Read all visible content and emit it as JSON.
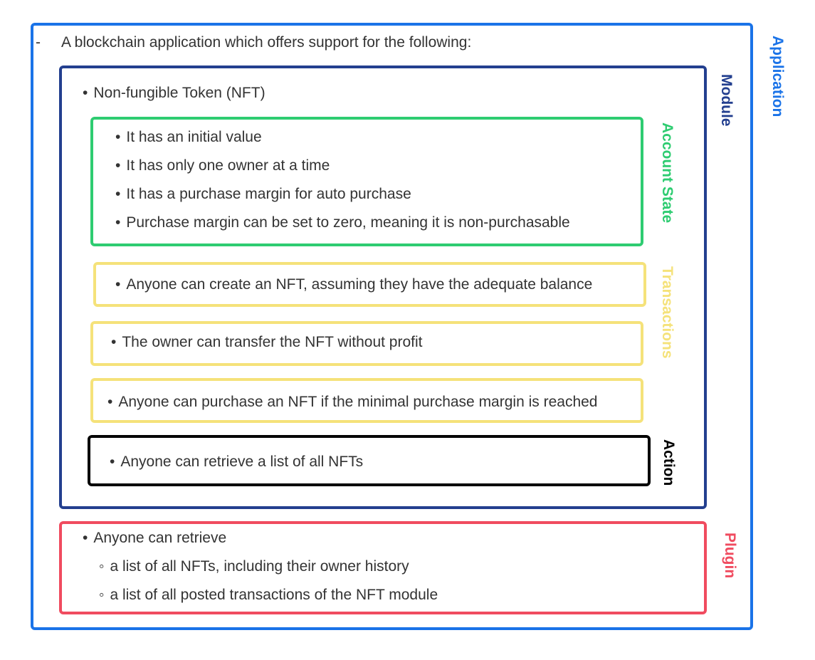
{
  "colors": {
    "application": "#1a73e8",
    "module": "#233f8f",
    "account_state": "#2ecc71",
    "transactions": "#f5e27a",
    "action": "#000000",
    "plugin": "#f04b5f",
    "text": "#333333"
  },
  "labels": {
    "application": "Application",
    "module": "Module",
    "account_state": "Account State",
    "transactions": "Transactions",
    "action": "Action",
    "plugin": "Plugin"
  },
  "intro": {
    "dash": "-",
    "text": "A blockchain application which offers support for the following:"
  },
  "module": {
    "heading": "Non-fungible Token (NFT)"
  },
  "account_state": {
    "items": [
      "It has an initial value",
      "It has only one owner at a time",
      "It has a purchase margin for auto purchase",
      "Purchase margin can be set to zero, meaning it is non-purchasable"
    ]
  },
  "transactions": [
    "Anyone can create an NFT, assuming they have the adequate balance",
    "The owner can transfer the NFT without profit",
    "Anyone can purchase an NFT if the minimal purchase margin is reached"
  ],
  "action": {
    "item": "Anyone can retrieve a list of all NFTs"
  },
  "plugin": {
    "heading": "Anyone can retrieve",
    "sub_items": [
      "a list of all NFTs, including their owner history",
      "a list of all posted transactions of the NFT module"
    ]
  },
  "bullets": {
    "primary": "•",
    "secondary": "◦"
  }
}
